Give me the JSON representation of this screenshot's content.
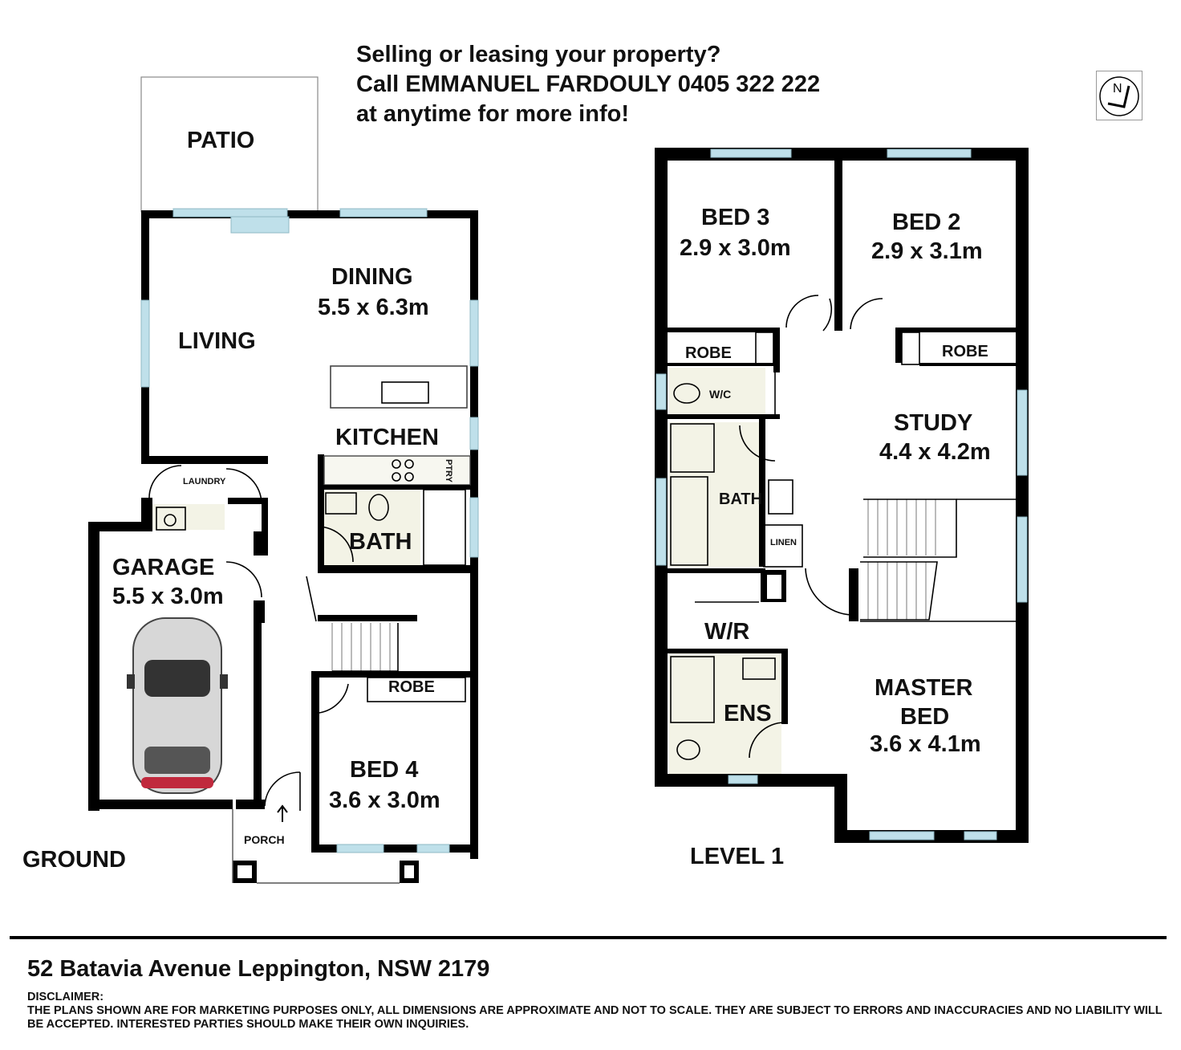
{
  "promo": {
    "line1": "Selling or leasing your property?",
    "line2": "Call EMMANUEL FARDOULY 0405 322 222",
    "line3": "at anytime for more info!"
  },
  "compass": {
    "label": "N"
  },
  "ground": {
    "level_label": "GROUND",
    "rooms": {
      "patio": "PATIO",
      "dining": "DINING",
      "dining_size": "5.5 x 6.3m",
      "living": "LIVING",
      "kitchen": "KITCHEN",
      "pantry": "PTRY",
      "laundry": "LAUNDRY",
      "bath": "BATH",
      "garage": "GARAGE",
      "garage_size": "5.5 x 3.0m",
      "robe": "ROBE",
      "bed4": "BED 4",
      "bed4_size": "3.6 x 3.0m",
      "porch": "PORCH"
    }
  },
  "level1": {
    "level_label": "LEVEL 1",
    "rooms": {
      "bed3": "BED 3",
      "bed3_size": "2.9 x 3.0m",
      "bed2": "BED 2",
      "bed2_size": "2.9 x 3.1m",
      "robe_left": "ROBE",
      "robe_right": "ROBE",
      "wc": "W/C",
      "study": "STUDY",
      "study_size": "4.4 x 4.2m",
      "bath": "BATH",
      "linen": "LINEN",
      "wr": "W/R",
      "ens": "ENS",
      "master_line1": "MASTER",
      "master_line2": "BED",
      "master_size": "3.6 x 4.1m"
    }
  },
  "footer": {
    "address": "52 Batavia Avenue Leppington, NSW 2179",
    "disclaimer_title": "DISCLAIMER:",
    "disclaimer_text": "THE PLANS SHOWN ARE FOR MARKETING PURPOSES ONLY, ALL DIMENSIONS ARE APPROXIMATE AND NOT TO SCALE. THEY ARE SUBJECT TO ERRORS AND INACCURACIES AND NO LIABILITY WILL BE ACCEPTED. INTERESTED PARTIES SHOULD MAKE THEIR OWN INQUIRIES."
  }
}
